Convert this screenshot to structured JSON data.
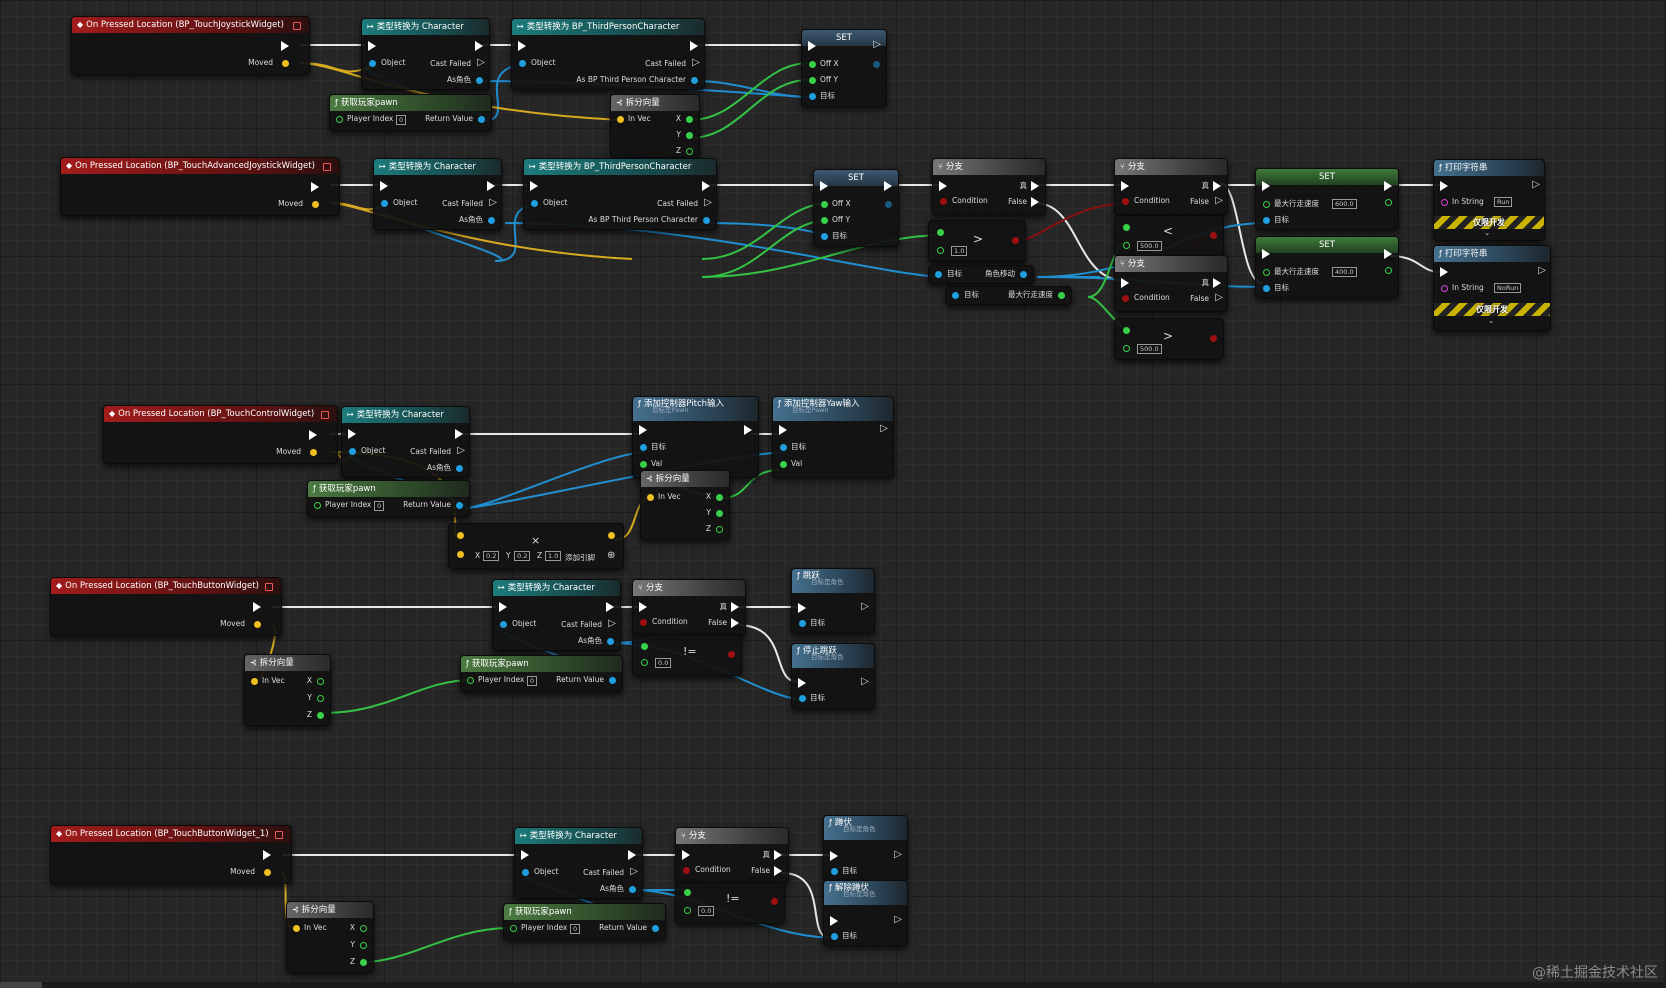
{
  "labels": {
    "cast_character": "类型转换为 Character",
    "cast_third": "类型转换为 BP_ThirdPersonCharacter",
    "object": "Object",
    "cast_failed": "Cast Failed",
    "as_character": "As角色",
    "as_third": "As BP Third Person Character",
    "get_pawn": "获取玩家pawn",
    "player_index": "Player Index",
    "player_index_val": "0",
    "return_value": "Return Value",
    "break_vector": "拆分向量",
    "in_vec": "In Vec",
    "x": "X",
    "y": "Y",
    "z": "Z",
    "set": "SET",
    "off_x": "Off X",
    "off_y": "Off Y",
    "target": "目标",
    "moved": "Moved",
    "branch": "分支",
    "condition": "Condition",
    "true_label": "真",
    "false_label": "False",
    "max_walk_speed": "最大行走速度",
    "char_movement": "角色移动",
    "print_string": "打印字符串",
    "in_string": "In String",
    "dev_only": "仅限开发",
    "run": "Run",
    "norun": "NoRun",
    "speed_600": "600.0",
    "speed_400": "400.0",
    "val_1": "1.0",
    "val_500": "500.0",
    "val_0": "0.0",
    "val_02": "0.2",
    "add_pitch": "添加控制器Pitch输入",
    "add_yaw": "添加控制器Yaw输入",
    "target_is_pawn": "目标是Pawn",
    "val": "Val",
    "add_pin": "添加引脚",
    "jump": "跳跃",
    "stop_jump": "停止跳跃",
    "target_is_character": "目标是角色",
    "crouch": "蹲伏",
    "uncrouch": "解除蹲伏",
    "gt": ">",
    "neq": "!=",
    "mul": "×"
  },
  "events": {
    "e1": "On Pressed Location (BP_TouchJoystickWidget)",
    "e2": "On Pressed Location (BP_TouchAdvancedJoystickWidget)",
    "e3": "On Pressed Location (BP_TouchControlWidget)",
    "e4": "On Pressed Location (BP_TouchButtonWidget)",
    "e5": "On Pressed Location (BP_TouchButtonWidget_1)"
  },
  "watermark": "@稀土掘金技术社区",
  "colors": {
    "exec": "#ffffff",
    "object_pin": "#1f9fe0",
    "float_pin": "#39d14a",
    "vector_pin": "#f0c020",
    "bool_pin": "#9e1010",
    "event_header": "#a31c1c",
    "cast_header": "#1d7c7c"
  }
}
